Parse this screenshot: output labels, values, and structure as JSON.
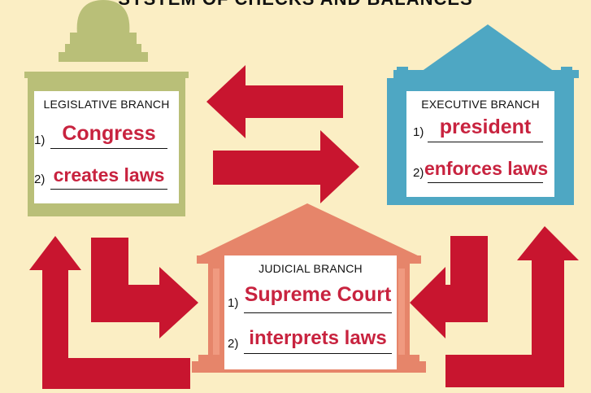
{
  "heading": "SYSTEM OF CHECKS AND BALANCES",
  "colors": {
    "background": "#fbeec4",
    "legislative": "#b9bf78",
    "executive": "#4ea7c3",
    "judicial": "#e6856a",
    "arrow": "#c8152f",
    "answer_text": "#c8233f"
  },
  "legislative": {
    "title": "LEGISLATIVE BRANCH",
    "items": [
      {
        "num": "1)",
        "answer": "Congress"
      },
      {
        "num": "2)",
        "answer": "creates laws"
      }
    ]
  },
  "executive": {
    "title": "EXECUTIVE BRANCH",
    "items": [
      {
        "num": "1)",
        "answer": "president"
      },
      {
        "num": "2)",
        "answer": "enforces laws"
      }
    ]
  },
  "judicial": {
    "title": "JUDICIAL BRANCH",
    "items": [
      {
        "num": "1)",
        "answer": "Supreme Court"
      },
      {
        "num": "2)",
        "answer": "interprets laws"
      }
    ]
  }
}
